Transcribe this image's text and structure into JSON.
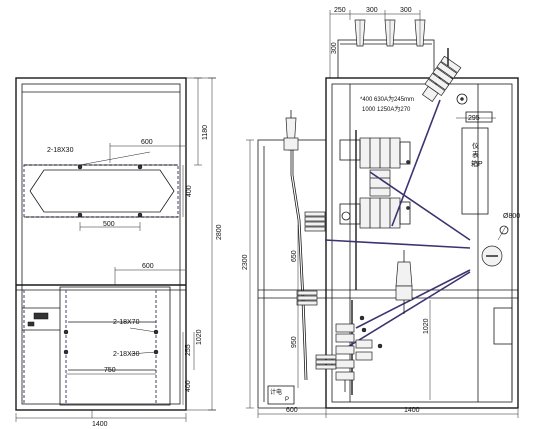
{
  "front_view": {
    "dims": {
      "width_bottom": "1400",
      "height_total": "2800",
      "height_upper": "1180",
      "height_lower": "1020",
      "upper_window_width": "600",
      "upper_window_height": "400",
      "upper_window_inner": "500",
      "lower_window_width": "600",
      "lower_window_bottom": "750",
      "lower_dim_255": "255",
      "lower_dim_400": "400"
    },
    "labels": {
      "holes_upper": "2-18X30",
      "holes_lower_a": "2-18X70",
      "holes_lower_b": "2-18X30"
    }
  },
  "side_view": {
    "dims": {
      "top_left": "250",
      "top_mid": "300",
      "top_right": "300",
      "top_height": "300",
      "height_total": "2300",
      "vert_650": "650",
      "vert_950": "950",
      "vert_1020": "1020",
      "bottom_left": "600",
      "bottom_right": "1400",
      "dim_295": "295",
      "dim_d800": "Ø800"
    },
    "labels": {
      "note_line1": "*400 630A为245mm",
      "note_line2": "1000 1250A为270",
      "instrument_box_a": "仪",
      "instrument_box_b": "表",
      "instrument_box_c": "箱P",
      "small_box_a": "计电",
      "small_box_b": "P"
    }
  }
}
